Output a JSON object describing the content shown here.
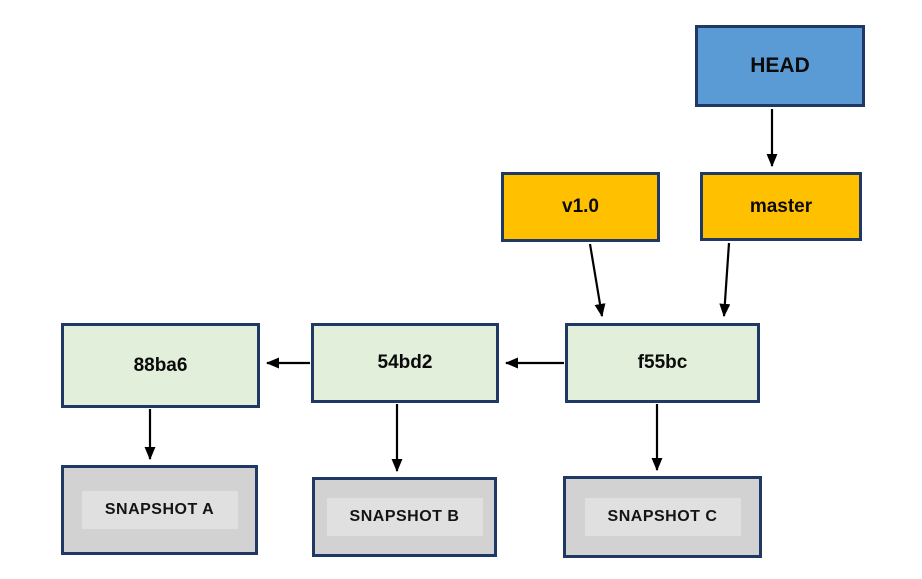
{
  "diagram": {
    "description": "Git commit graph with HEAD, branch and tag pointers, commits and snapshots",
    "nodes": {
      "head": {
        "label": "HEAD",
        "type": "pointer",
        "fill": "#5B9BD5"
      },
      "master": {
        "label": "master",
        "type": "branch",
        "fill": "#FFC000"
      },
      "v1_0": {
        "label": "v1.0",
        "type": "tag",
        "fill": "#FFC000"
      },
      "f55bc": {
        "label": "f55bc",
        "type": "commit",
        "fill": "#E2EFDA"
      },
      "c54bd2": {
        "label": "54bd2",
        "type": "commit",
        "fill": "#E2EFDA"
      },
      "c88ba6": {
        "label": "88ba6",
        "type": "commit",
        "fill": "#E2EFDA"
      },
      "snapshot_a": {
        "label": "SNAPSHOT A",
        "type": "snapshot",
        "fill": "#D2D2D2"
      },
      "snapshot_b": {
        "label": "SNAPSHOT B",
        "type": "snapshot",
        "fill": "#D2D2D2"
      },
      "snapshot_c": {
        "label": "SNAPSHOT C",
        "type": "snapshot",
        "fill": "#D2D2D2"
      }
    },
    "edges": [
      {
        "from": "HEAD",
        "to": "master"
      },
      {
        "from": "master",
        "to": "f55bc"
      },
      {
        "from": "v1.0",
        "to": "f55bc"
      },
      {
        "from": "f55bc",
        "to": "54bd2"
      },
      {
        "from": "54bd2",
        "to": "88ba6"
      },
      {
        "from": "88ba6",
        "to": "SNAPSHOT A"
      },
      {
        "from": "54bd2",
        "to": "SNAPSHOT B"
      },
      {
        "from": "f55bc",
        "to": "SNAPSHOT C"
      }
    ],
    "colors": {
      "head_fill": "#5B9BD5",
      "branch_tag_fill": "#FFC000",
      "commit_fill": "#E2EFDA",
      "snapshot_fill": "#D2D2D2",
      "snapshot_label_fill": "#E0E0E0",
      "border": "#1F3864",
      "arrow": "#000000",
      "background": "#FFFFFF"
    }
  }
}
